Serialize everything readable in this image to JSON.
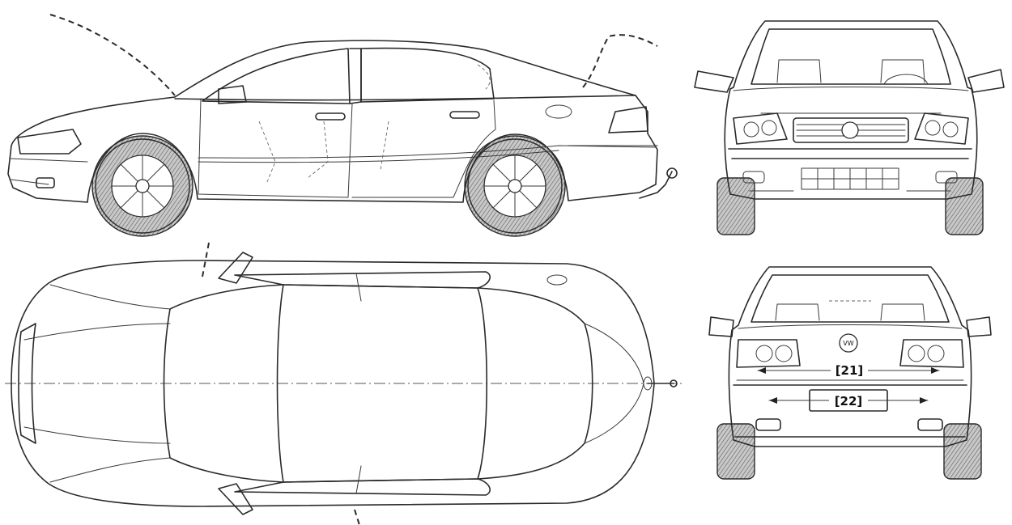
{
  "drawing": {
    "views": [
      "side",
      "front",
      "top",
      "rear"
    ],
    "dimensions": [
      {
        "id": "21",
        "label": "[21]"
      },
      {
        "id": "22",
        "label": "[22]"
      }
    ],
    "badge_text": "VW"
  }
}
